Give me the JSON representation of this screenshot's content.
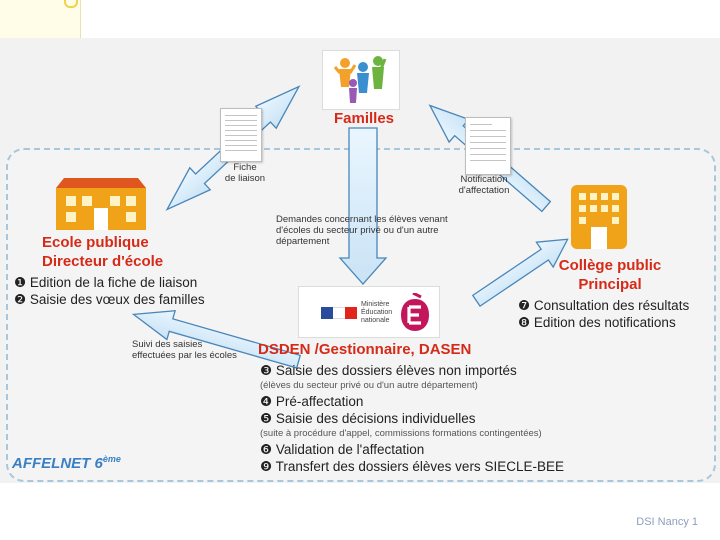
{
  "footer": "DSI Nancy 1",
  "app_label": {
    "prefix": "AFFELNET ",
    "num": "6",
    "sup": "ème"
  },
  "familles": {
    "label": "Familles"
  },
  "fiche_liaison": {
    "lines": [
      "Fiche",
      "de liaison"
    ]
  },
  "notification": {
    "lines": [
      "Notification",
      "d'affectation"
    ]
  },
  "demandes_note": {
    "lines": [
      "Demandes concernant les élèves venant",
      "d'écoles du secteur privé ou d'un autre",
      "département"
    ]
  },
  "ecole": {
    "title_lines": [
      "Ecole publique",
      "Directeur  d'école"
    ],
    "items": [
      "❶ Edition de la fiche de liaison",
      "❷ Saisie des vœux des familles"
    ]
  },
  "suivi_note": {
    "lines": [
      "Suivi des saisies",
      "effectuées par les écoles"
    ]
  },
  "college": {
    "title_lines": [
      "Collège public",
      "Principal"
    ],
    "items": [
      "❼ Consultation des résultats",
      "❽ Edition des notifications"
    ]
  },
  "dsden": {
    "title": "DSDEN  /Gestionnaire,  DASEN",
    "logo_text": [
      "Ministère",
      "Éducation",
      "nationale"
    ],
    "steps": [
      {
        "text": "❸ Saisie des dossiers élèves non importés",
        "small": false
      },
      {
        "text": "(élèves du secteur privé ou d'un autre département)",
        "small": true
      },
      {
        "text": "❹ Pré-affectation",
        "small": false
      },
      {
        "text": "❺ Saisie des décisions individuelles",
        "small": false
      },
      {
        "text": "(suite à procédure d'appel, commissions formations contingentées)",
        "small": true
      },
      {
        "text": "❻ Validation de l'affectation",
        "small": false
      },
      {
        "text": "❾ Transfert des dossiers élèves vers SIECLE-BEE",
        "small": false
      }
    ]
  },
  "colors": {
    "accent_red": "#d62a19",
    "arrow_blue": "#4a86b8",
    "arrow_fill": "#dff0fb",
    "school_orange": "#f0a319",
    "dashed_border": "#a9c7dc"
  }
}
